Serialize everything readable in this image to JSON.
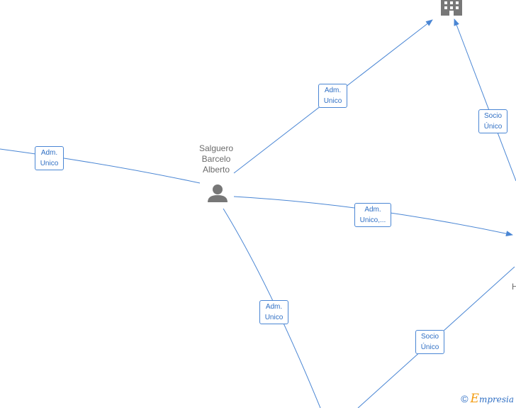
{
  "person": {
    "label_lines": [
      "Salguero",
      "Barcelo",
      "Alberto"
    ]
  },
  "edges": [
    {
      "id": "left-incoming",
      "label_lines": [
        "Adm.",
        "Unico"
      ]
    },
    {
      "id": "to-company-top",
      "label_lines": [
        "Adm.",
        "Unico"
      ]
    },
    {
      "id": "socio-top-right",
      "label_lines": [
        "Socio",
        "Único"
      ]
    },
    {
      "id": "to-right-node",
      "label_lines": [
        "Adm.",
        "Unico,..."
      ]
    },
    {
      "id": "to-bottom",
      "label_lines": [
        "Adm.",
        "Unico"
      ]
    },
    {
      "id": "socio-bottom-right",
      "label_lines": [
        "Socio",
        "Único"
      ]
    }
  ],
  "right_node_stub": "H",
  "footer": {
    "copyright": "©",
    "brand_initial": "E",
    "brand_rest": "mpresia"
  },
  "colors": {
    "edge": "#4a86d4",
    "node_icon": "#777777",
    "text": "#6b6b6b"
  }
}
